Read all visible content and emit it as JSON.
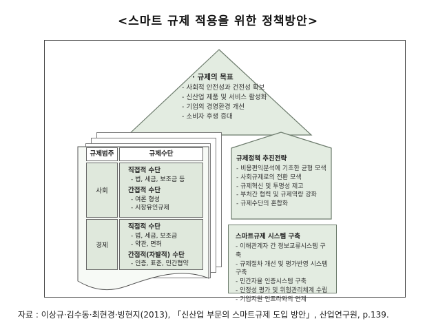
{
  "title": "<스마트 규제 적용을 위한 정책방안>",
  "pyramid": {
    "heading": "· 규제의 목표",
    "items": [
      "사회적 안전성과 건전성 확보",
      "신산업 제품 및 서비스 활성화",
      "기업의 경영환경 개선",
      "소비자 후생 증대"
    ]
  },
  "table": {
    "header_category": "규제범주",
    "header_means": "규제수단",
    "rows": [
      {
        "category": "사회",
        "groups": [
          {
            "heading": "직접적 수단",
            "items": [
              "법, 세금, 보조금 등"
            ]
          },
          {
            "heading": "간접적 수단",
            "items": [
              "여론 형성",
              "시장유인규제"
            ]
          }
        ]
      },
      {
        "category": "경제",
        "groups": [
          {
            "heading": "직접적 수단",
            "items": [
              "법, 세금, 보조금",
              "약관, 면허"
            ]
          },
          {
            "heading": "간접적(자발적) 수단",
            "items": [
              "인증, 표준, 민간협약"
            ]
          }
        ]
      }
    ]
  },
  "strategy": {
    "heading": "규제정책 추진전략",
    "items": [
      "비용편익분석에 기초한 균형 모색",
      "사회규제로의 전환 모색",
      "규제혁신 및 투명성 제고",
      "부처간 협력 및 규제역량 강화",
      "규제수단의 혼합화"
    ]
  },
  "system": {
    "heading": "스마트규제 시스템 구축",
    "items": [
      "이해관계자 간 정보교류시스템 구축",
      "규제절차 개선 및 평가반영 시스템 구축",
      "민간자율 인증시스템 구축",
      "안정성 평가 및 위험관리체계 수립",
      "기업지원 인프라와의 연계"
    ]
  },
  "source": "자료 : 이상규·김수동·최현경·빙현지(2013), 「신산업 부문의 스마트규제 도입 방안」, 산업연구원, p.139.",
  "colors": {
    "fill": "#e3ece1",
    "border": "#6b7a6b"
  }
}
